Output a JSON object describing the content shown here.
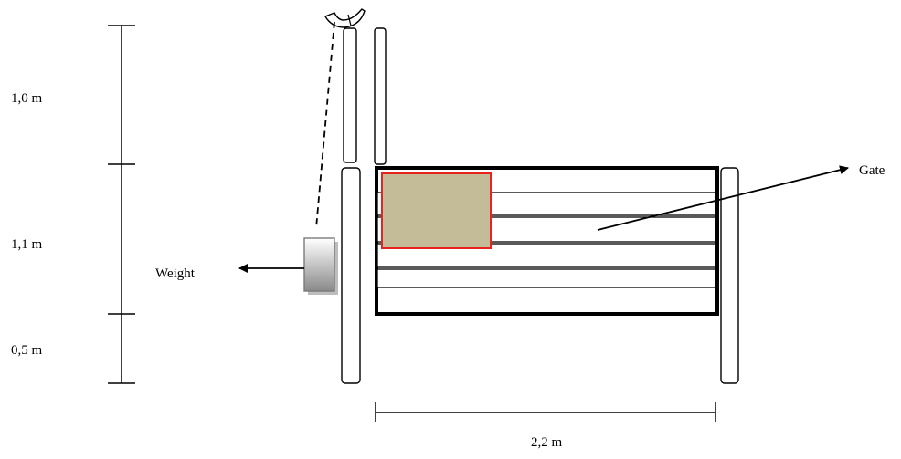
{
  "labels": {
    "dim_upper": "1,0 m",
    "dim_middle": "1,1 m",
    "dim_lower": "0,5 m",
    "dim_width": "2,2 m",
    "weight": "Weight",
    "gate": "Gate"
  },
  "colors": {
    "stroke": "#000000",
    "highlight_border": "#e8231f",
    "highlight_fill": "#c4bc98",
    "weight_gradient_top": "#ffffff",
    "weight_gradient_bottom": "#8a8a8a",
    "weight_border": "#7a7a7a"
  }
}
